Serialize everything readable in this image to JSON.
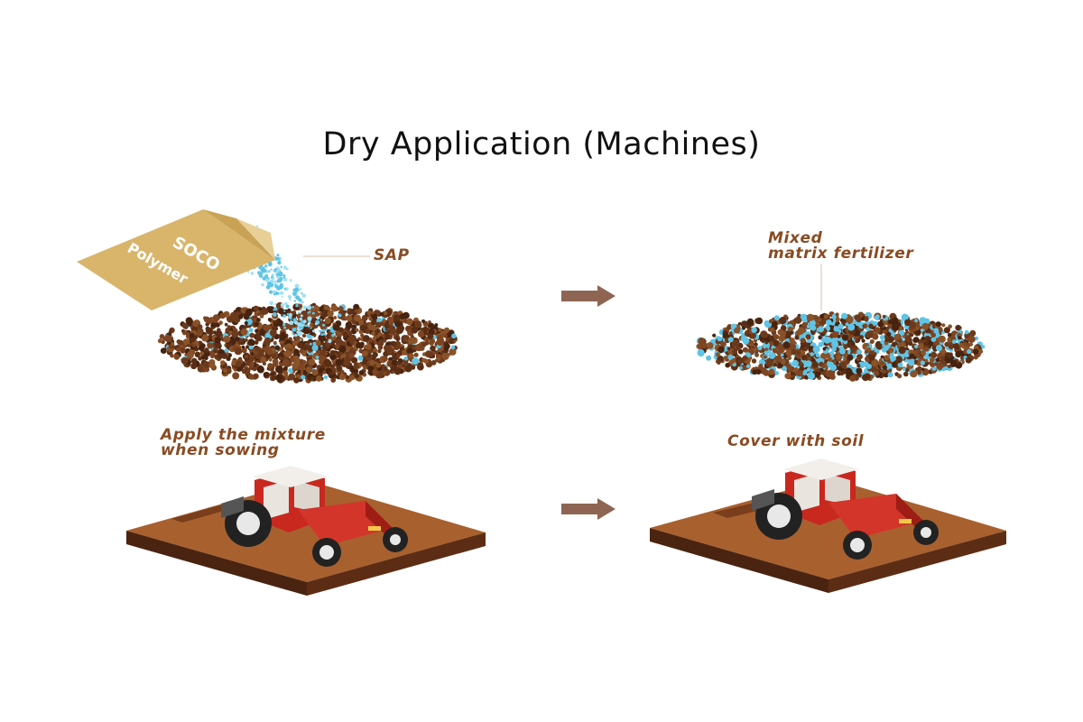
{
  "title": "Dry Application (Machines)",
  "colors": {
    "label_brown": "#8a4b22",
    "bag": "#d9b56c",
    "bag_shade": "#c9a255",
    "soil_top": "#a8602f",
    "soil_side": "#4a2410",
    "sap_blue": "#5fc4e6",
    "fertilizer": "#5a2e15",
    "tractor_red": "#c8281e",
    "arrow": "#7a4a35"
  },
  "bag": {
    "brand": "SOCO",
    "subtitle": "Polymer"
  },
  "labels": {
    "sap": "SAP",
    "mixed": "Mixed\nmatrix fertilizer",
    "apply": "Apply the mixture\nwhen sowing",
    "cover": "Cover with soil"
  },
  "icons": {
    "step1": "bag-pouring-icon",
    "step2": "fertilizer-mix-icon",
    "step3": "tractor-sowing-icon",
    "step4": "tractor-covering-icon",
    "arrow": "right-arrow-icon"
  }
}
